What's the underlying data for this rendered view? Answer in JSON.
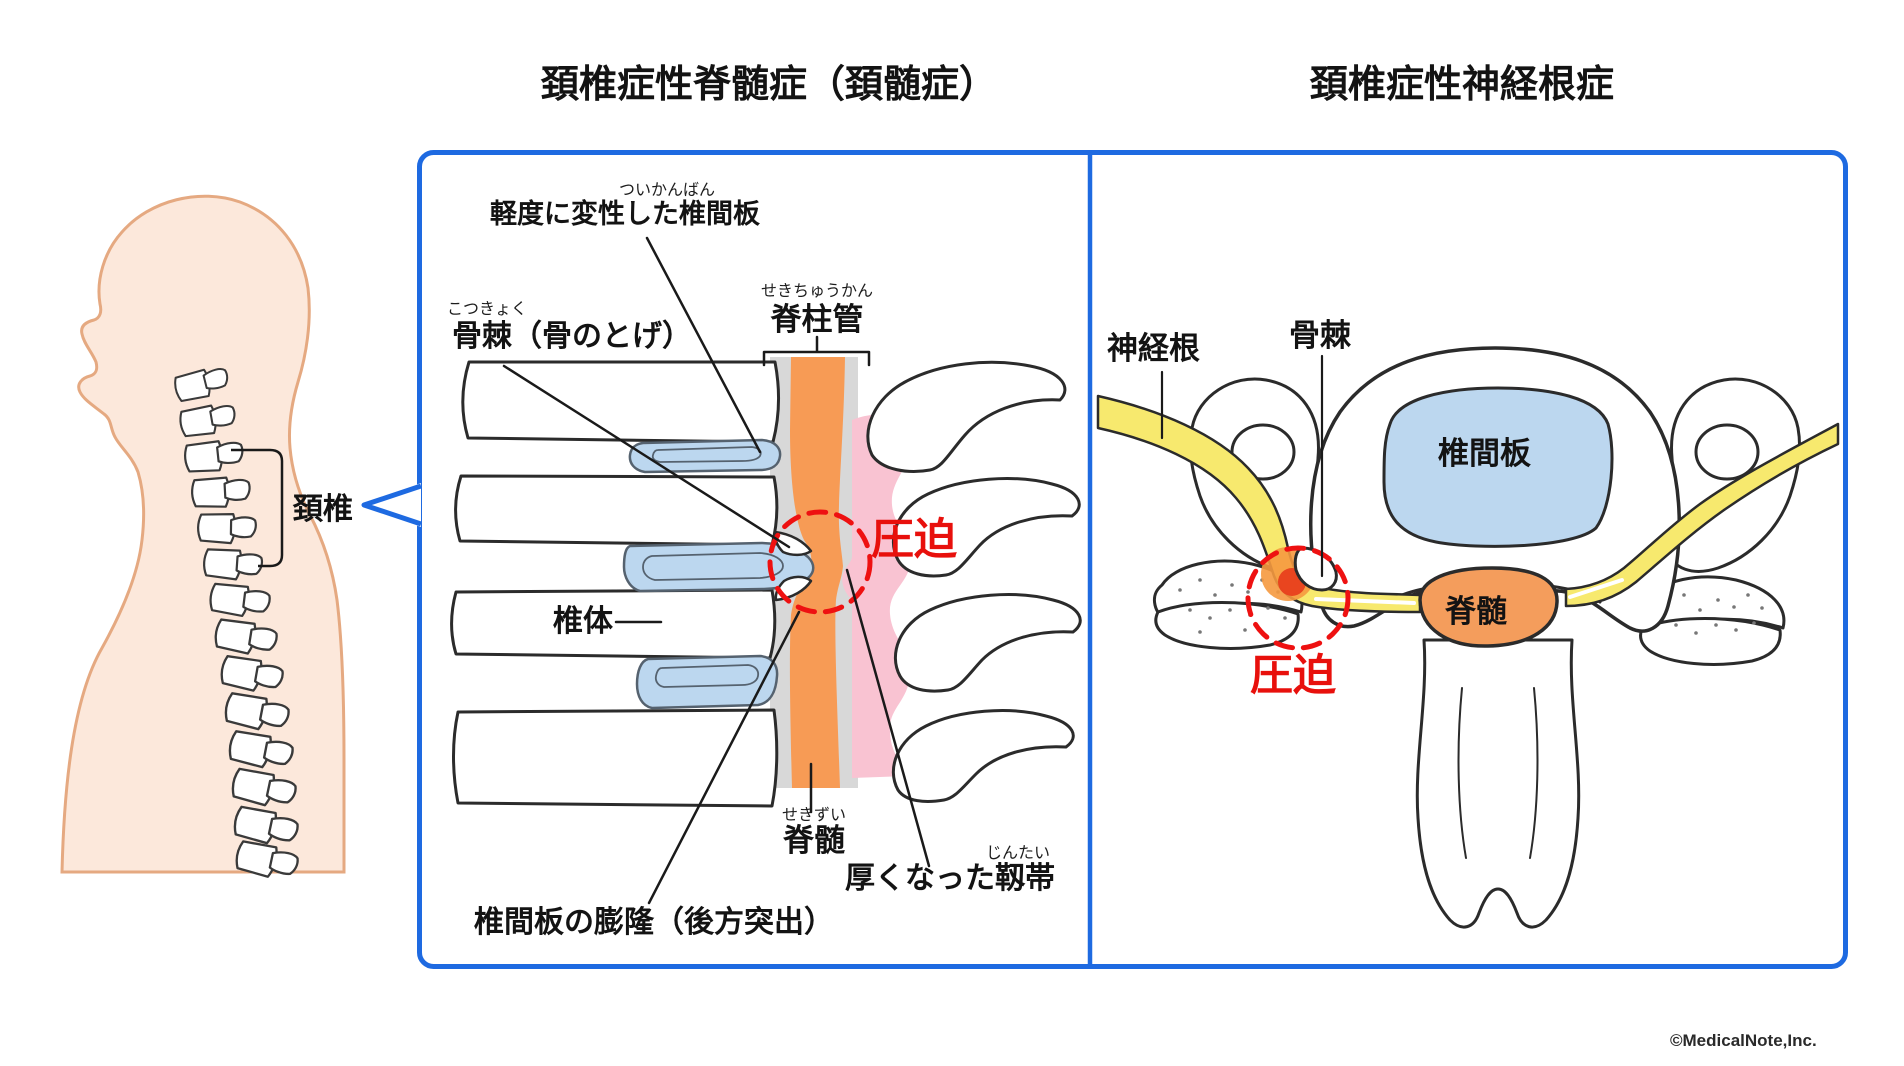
{
  "titles": {
    "left": "頚椎症性脊髄症（頚髄症）",
    "right": "頚椎症性神経根症"
  },
  "person": {
    "label": "頚椎"
  },
  "myelopathy_panel": {
    "labels": {
      "degenerated_disc": {
        "text": "軽度に変性した椎間板",
        "furigana": "ついかんばん"
      },
      "osteophyte": {
        "text": "骨棘（骨のとげ）",
        "furigana": "こつきょく"
      },
      "spinal_canal": {
        "text": "脊柱管",
        "furigana": "せきちゅうかん"
      },
      "vertebral_body": {
        "text": "椎体"
      },
      "spinal_cord": {
        "text": "脊髄",
        "furigana": "せきずい"
      },
      "compression": {
        "text": "圧迫"
      },
      "disc_bulge": {
        "text": "椎間板の膨隆（後方突出）"
      },
      "thickened_ligament": {
        "text": "厚くなった靱帯",
        "furigana": "じんたい"
      }
    }
  },
  "radiculopathy_panel": {
    "labels": {
      "nerve_root": {
        "text": "神経根"
      },
      "osteophyte": {
        "text": "骨棘"
      },
      "intervertebral_disc": {
        "text": "椎間板"
      },
      "spinal_cord": {
        "text": "脊髄"
      },
      "compression": {
        "text": "圧迫"
      }
    }
  },
  "footer": {
    "copyright": "©MedicalNote,Inc."
  },
  "colors": {
    "panel_border_blue": "#1E6AE1",
    "compression_red": "#EE1111",
    "disc_blue": "#BCD7EF",
    "canal_orange": "#F79B55",
    "ligament_pink": "#F9C3D2",
    "canal_gray": "#D8D8D8",
    "nerve_yellow": "#F7E96E",
    "cord_orange": "#F49D5C",
    "skin_peach": "#FCE8DB",
    "skin_outline": "#E5A981"
  }
}
